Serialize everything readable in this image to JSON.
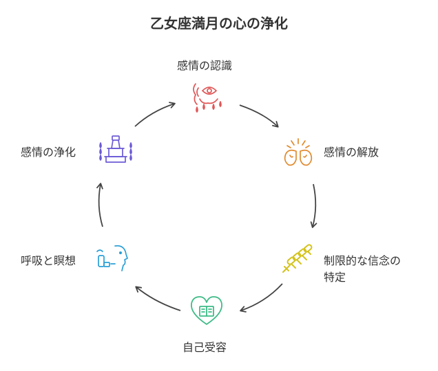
{
  "title": "乙女座満月の心の浄化",
  "nodes": [
    {
      "label": "感情の認識",
      "icon": "eye-with-tears-icon",
      "color": "#e05757"
    },
    {
      "label": "感情の解放",
      "icon": "open-hands-light-icon",
      "color": "#e08a2c"
    },
    {
      "label": "制限的な信念の\n特定",
      "label_line1": "制限的な信念の",
      "label_line2": "特定",
      "icon": "chain-icon",
      "color": "#d4c21a"
    },
    {
      "label": "自己受容",
      "icon": "heart-book-icon",
      "color": "#3dbb86"
    },
    {
      "label": "呼吸と瞑想",
      "icon": "inhaler-face-icon",
      "color": "#2a9fd6"
    },
    {
      "label": "感情の浄化",
      "icon": "fountain-icon",
      "color": "#6b5ad6"
    }
  ],
  "arrow_color": "#444444"
}
